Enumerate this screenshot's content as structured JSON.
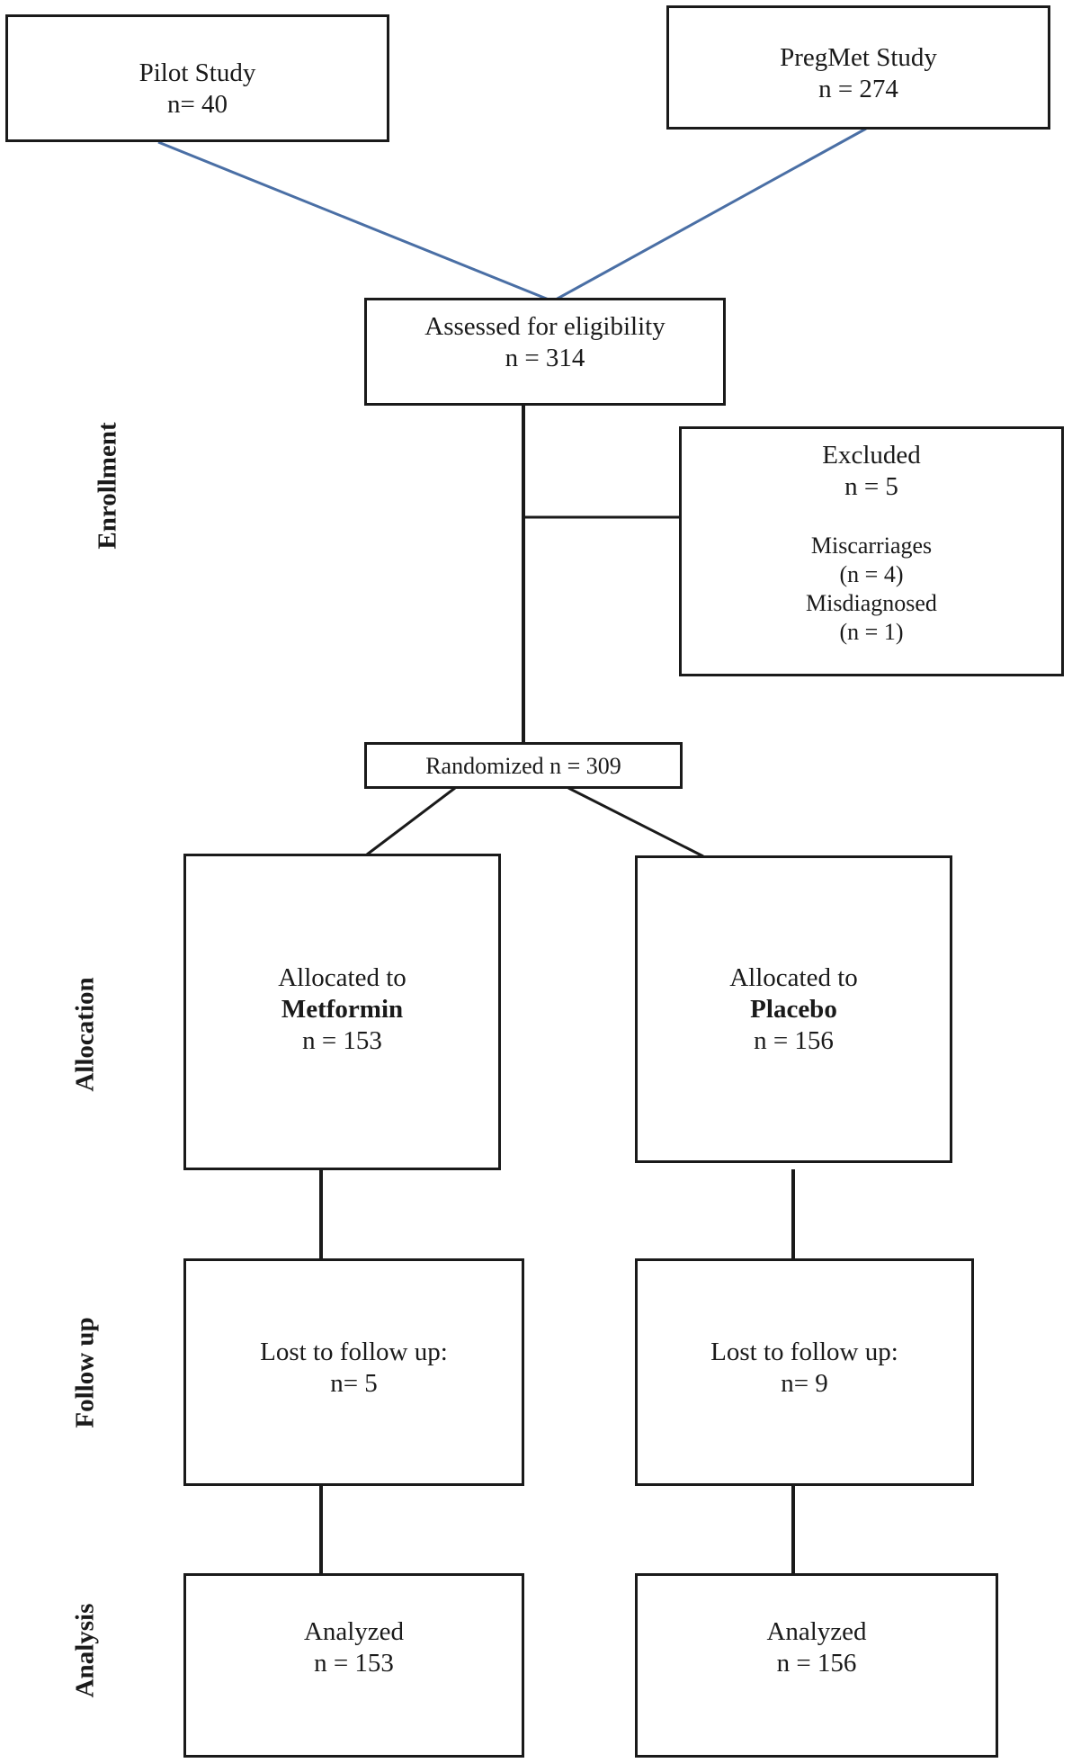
{
  "sources": {
    "pilot": {
      "title": "Pilot Study",
      "count": "n= 40"
    },
    "pregmet": {
      "title": "PregMet Study",
      "count": "n = 274"
    }
  },
  "eligibility": {
    "title": "Assessed for eligibility",
    "count": "n = 314"
  },
  "excluded": {
    "title": "Excluded",
    "count": "n = 5",
    "reason1": "Miscarriages",
    "reason1_count": "(n = 4)",
    "reason2": "Misdiagnosed",
    "reason2_count": "(n = 1)"
  },
  "randomized": {
    "label": "Randomized n = 309"
  },
  "allocation": {
    "metformin": {
      "prefix": "Allocated to",
      "arm": "Metformin",
      "count": "n = 153"
    },
    "placebo": {
      "prefix": "Allocated to",
      "arm": "Placebo",
      "count": "n = 156"
    }
  },
  "followup": {
    "metformin": {
      "label": "Lost to follow up:",
      "count": "n= 5"
    },
    "placebo": {
      "label": "Lost to follow up:",
      "count": "n= 9"
    }
  },
  "analysis": {
    "metformin": {
      "label": "Analyzed",
      "count": "n = 153"
    },
    "placebo": {
      "label": "Analyzed",
      "count": "n = 156"
    }
  },
  "stages": {
    "enrollment": "Enrollment",
    "allocation": "Allocation",
    "followup": "Follow up",
    "analysis": "Analysis"
  },
  "colors": {
    "source_connector": "#4a6fa5",
    "line": "#1a1a1a"
  }
}
